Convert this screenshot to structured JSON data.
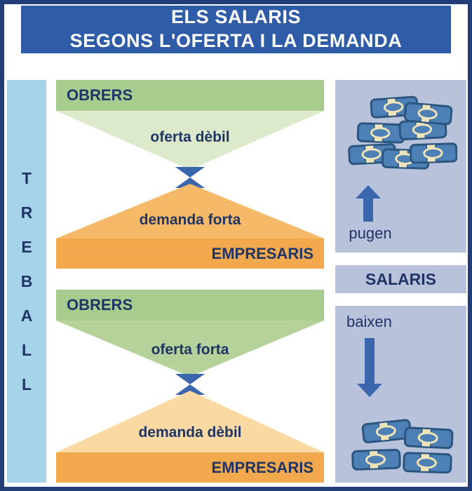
{
  "header": {
    "title_line1": "ELS SALARIS",
    "title_line2": "SEGONS L'OFERTA I LA DEMANDA"
  },
  "left_bar": {
    "word": "TREBALL",
    "letters": [
      "T",
      "R",
      "E",
      "B",
      "A",
      "L",
      "L"
    ]
  },
  "diagram1": {
    "workers": "OBRERS",
    "supply": "oferta dèbil",
    "demand": "demanda forta",
    "employers": "EMPRESARIS"
  },
  "diagram2": {
    "workers": "OBRERS",
    "supply": "oferta forta",
    "demand": "demanda dèbil",
    "employers": "EMPRESARIS"
  },
  "right_panel": {
    "up_caption": "pugen",
    "salaris_label": "SALARIS",
    "down_caption": "baixen"
  },
  "icons": {
    "money_large": "money-stack-large-icon",
    "money_small": "money-stack-small-icon",
    "arrow_up": "arrow-up-icon",
    "arrow_down": "arrow-down-icon",
    "connector": "hourglass-connector-icon"
  },
  "colors": {
    "border_navy": "#223e79",
    "header_blue": "#2e5ca7",
    "left_bar_blue": "#a6d3e9",
    "green_bar": "#a8cc8e",
    "green_light": "#dceacb",
    "green_medium": "#b4d299",
    "orange_strong": "#f2a84d",
    "orange_mid": "#f5b967",
    "orange_pale": "#fad9a2",
    "connector_blue": "#3a66ae",
    "panel_periwinkle": "#b8c2db",
    "text_navy": "#1f3566"
  }
}
